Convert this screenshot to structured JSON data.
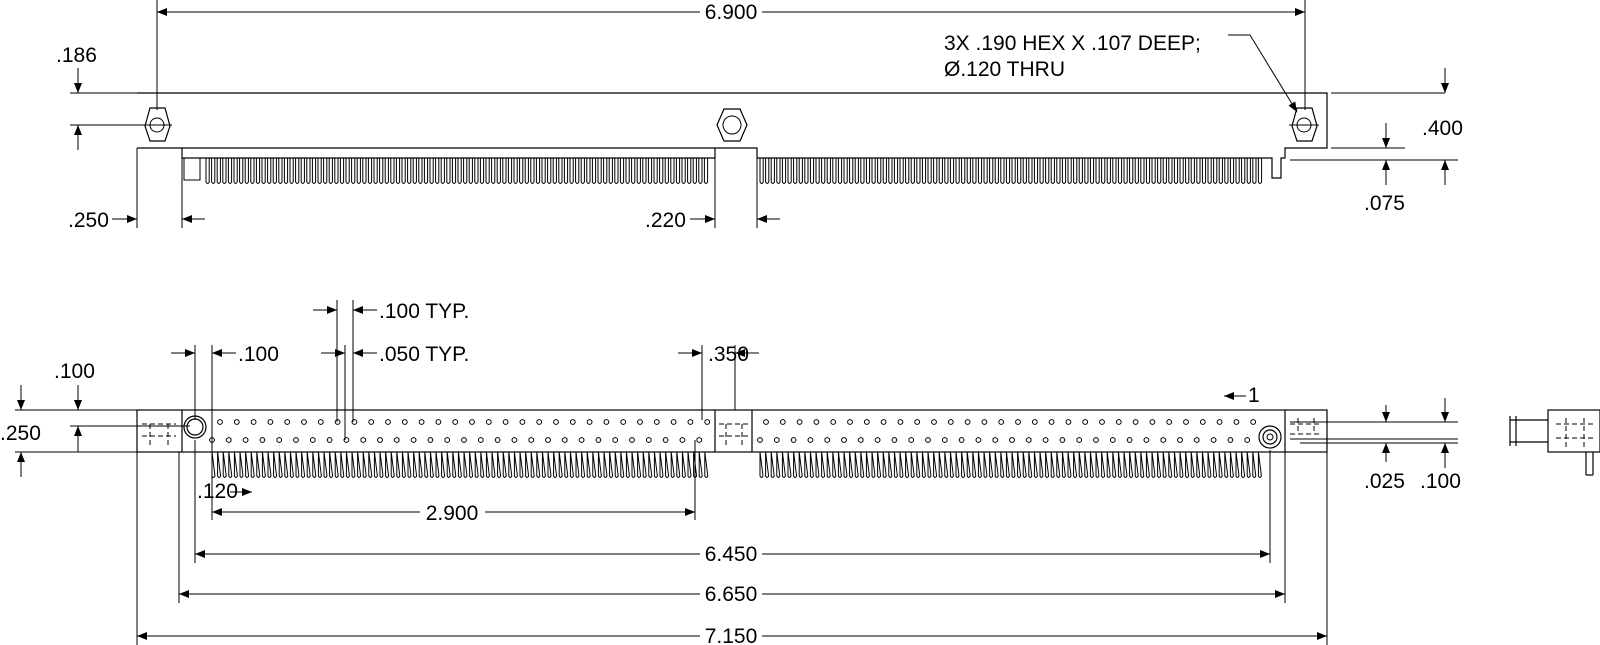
{
  "top_view": {
    "dim_overall": "6.900",
    "note_line1": "3X .190 HEX X .107 DEEP;",
    "note_line2": "Ø.120 THRU",
    "dim_hole_offset": ".186",
    "dim_height": ".400",
    "dim_step": ".075",
    "dim_left_gap": ".250",
    "dim_center_gap": ".220"
  },
  "bottom_view": {
    "dim_pitch_row": ".100 TYP.",
    "dim_pitch_stagger": ".050 TYP.",
    "dim_first_pin": ".100",
    "dim_center_block": ".350",
    "dim_row_offset": ".100",
    "dim_body_depth": ".250",
    "pin1_label": "1",
    "dim_peg": ".120",
    "dim_half_span": "2.900",
    "dim_post_span": "6.450",
    "dim_inner_span": "6.650",
    "dim_overall": "7.150",
    "dim_row_step": ".025",
    "dim_row_pitch": ".100"
  }
}
